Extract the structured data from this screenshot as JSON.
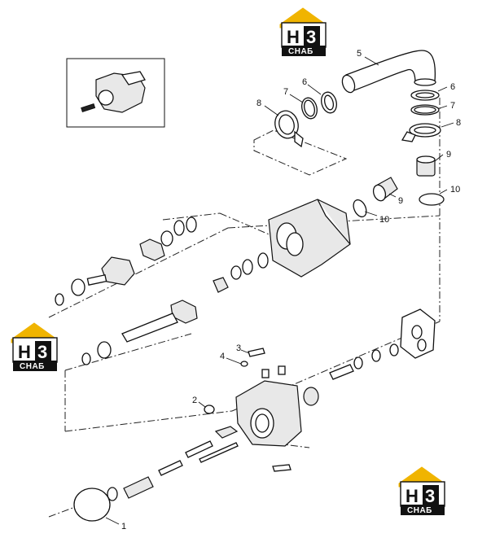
{
  "logo": {
    "letter": "H",
    "digit": "3",
    "text": "CHAБ",
    "house_color": "#f0b400"
  },
  "callouts": {
    "c1": "1",
    "c2": "2",
    "c3": "3",
    "c4": "4",
    "c5": "5",
    "c6a": "6",
    "c6b": "6",
    "c7a": "7",
    "c7b": "7",
    "c8a": "8",
    "c8b": "8",
    "c9a": "9",
    "c9b": "9",
    "c10a": "10",
    "c10b": "10"
  }
}
